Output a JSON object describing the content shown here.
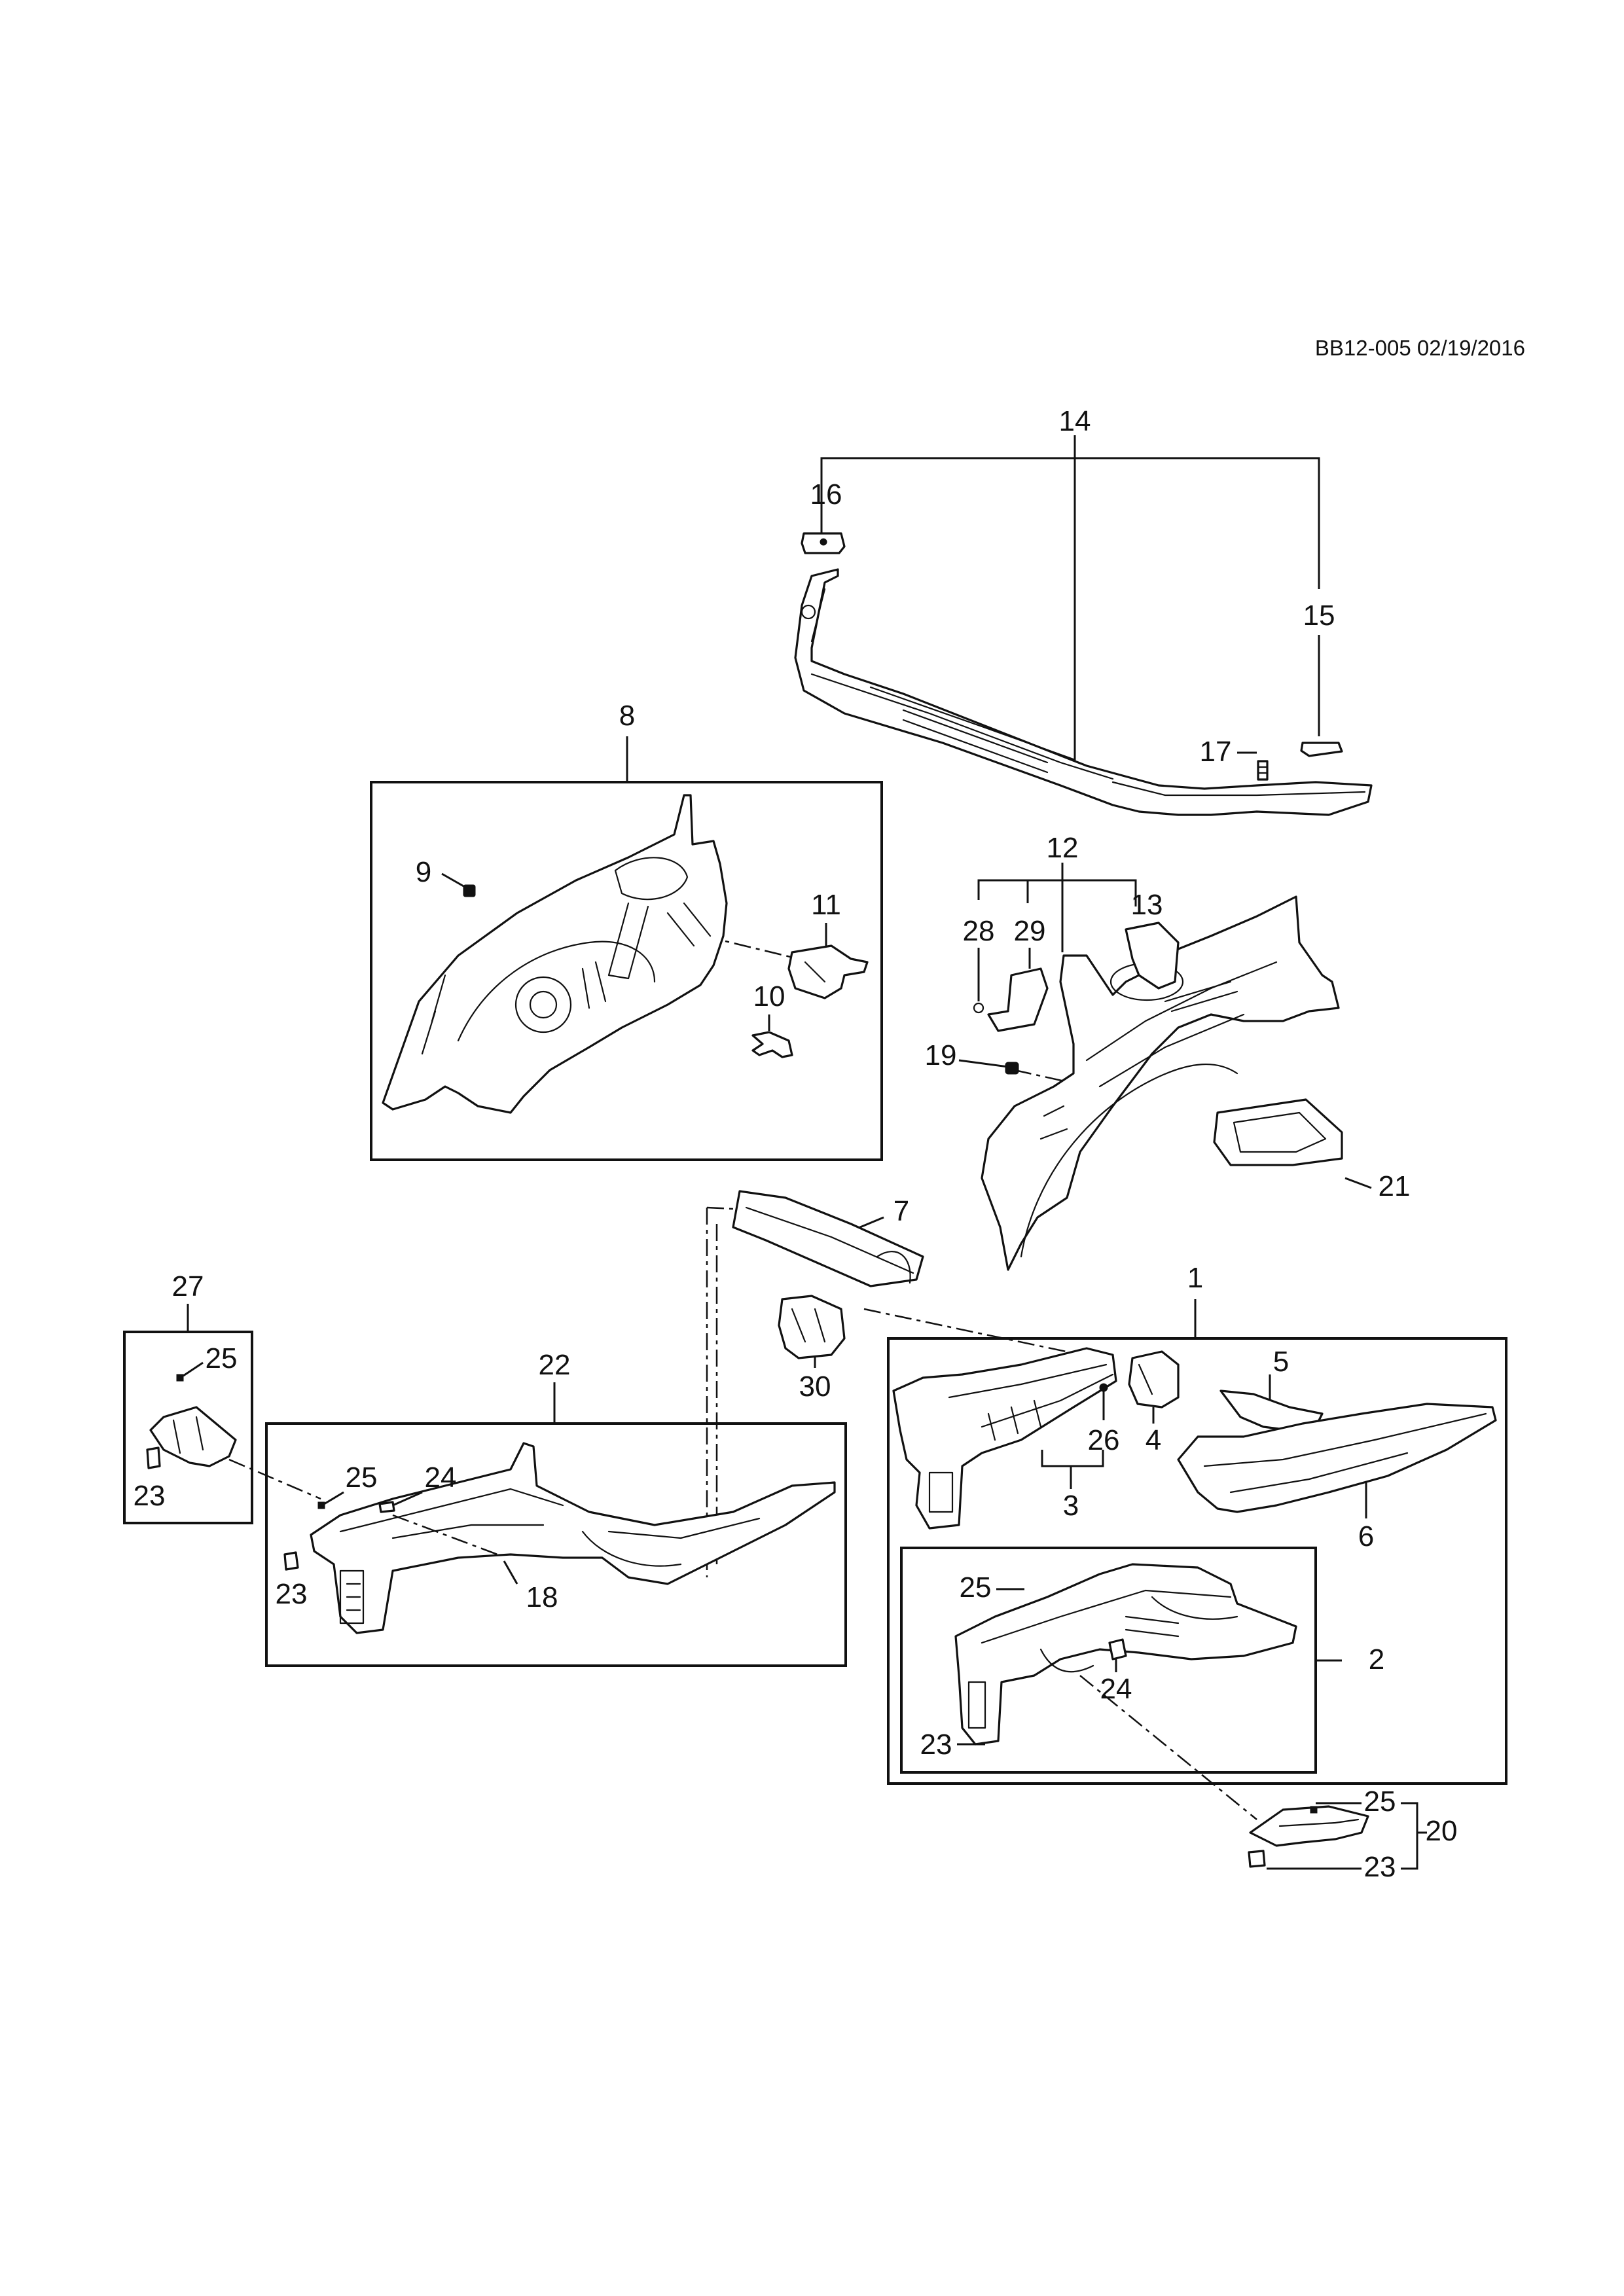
{
  "document_code": "BB12-005 02/19/2016",
  "callouts": {
    "c1": "1",
    "c2": "2",
    "c3": "3",
    "c4": "4",
    "c5": "5",
    "c6": "6",
    "c7": "7",
    "c8": "8",
    "c9": "9",
    "c10": "10",
    "c11": "11",
    "c12": "12",
    "c13": "13",
    "c14": "14",
    "c15": "15",
    "c16": "16",
    "c17": "17",
    "c18": "18",
    "c19": "19",
    "c20": "20",
    "c21": "21",
    "c22": "22",
    "c23": "23",
    "c24": "24",
    "c25": "25",
    "c26": "26",
    "c27": "27",
    "c28": "28",
    "c29": "29",
    "c30": "30"
  }
}
